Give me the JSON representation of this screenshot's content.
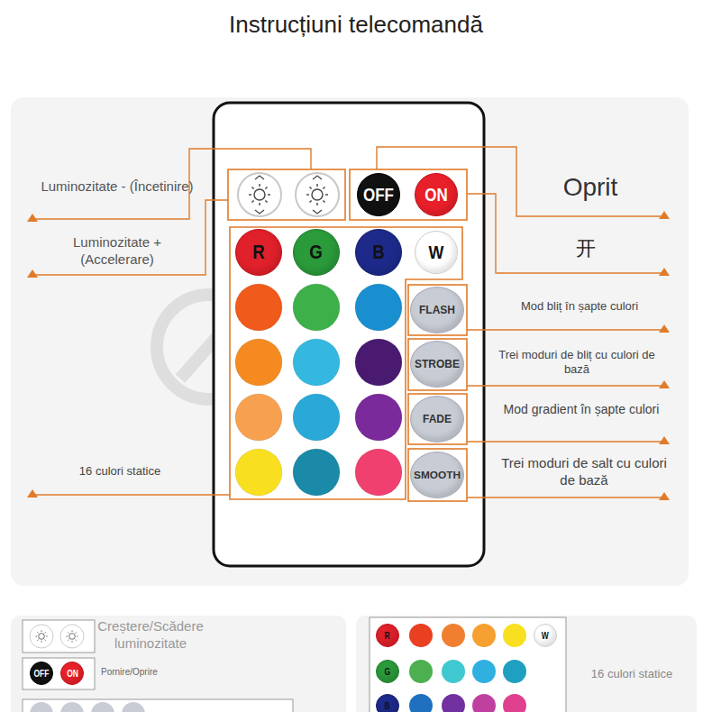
{
  "diagram": {
    "title": "Instrucțiuni telecomandă",
    "nodes": [
      {
        "text": [
          "OFF"
        ]
      },
      {
        "text": [
          "ON"
        ]
      },
      {
        "text": [
          "R"
        ]
      },
      {
        "text": [
          "G"
        ]
      },
      {
        "text": [
          "B"
        ]
      },
      {
        "text": [
          "W"
        ]
      },
      {
        "text": [
          "FLASH"
        ]
      },
      {
        "text": [
          "STROBE"
        ]
      },
      {
        "text": [
          "FADE"
        ]
      },
      {
        "text": [
          "SMOOTH"
        ]
      },
      {
        "text": [
          "OFF"
        ]
      },
      {
        "text": [
          "ON"
        ]
      },
      {
        "text": [
          "R"
        ]
      },
      {
        "text": [
          "W"
        ]
      },
      {
        "text": [
          "G"
        ]
      },
      {
        "text": [
          "B"
        ]
      }
    ],
    "labels": [
      "Luminozitate - (Încetinire)",
      "Luminozitate + (Accelerare)",
      "Oprit",
      "开",
      "Mod bliț în șapte culori",
      "Trei moduri de bliț cu culori de bază",
      "Mod gradient în șapte culori",
      "Trei moduri de salt cu culori de bază",
      "16 culori statice",
      "Creștere/Scădere luminozitate",
      "Pornire/Oprire",
      "16 culori statice"
    ]
  }
}
